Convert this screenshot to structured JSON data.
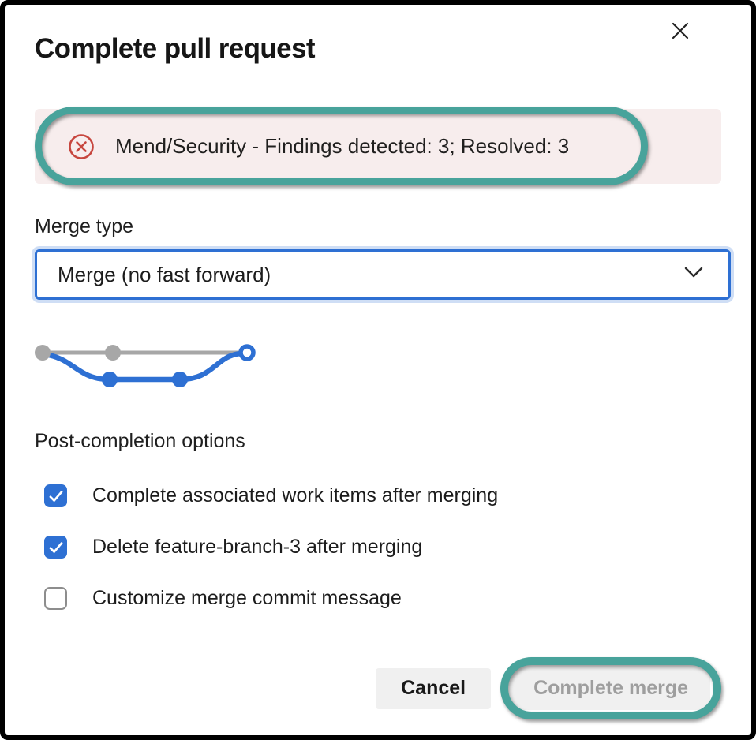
{
  "dialog": {
    "title": "Complete pull request"
  },
  "alert": {
    "severity": "error",
    "message": "Mend/Security - Findings detected: 3; Resolved: 3",
    "background_color": "#f7eded",
    "icon": "error-circle-x-icon",
    "icon_color": "#c7463e"
  },
  "merge_type": {
    "label": "Merge type",
    "selected_option": "Merge (no fast forward)",
    "chevron_icon": "chevron-down-icon"
  },
  "merge_graph": {
    "type": "merge-no-fast-forward-diagram",
    "main_branch_color": "#a7a7a7",
    "topic_branch_color": "#2e70d3"
  },
  "post_completion": {
    "label": "Post-completion options",
    "options": [
      {
        "label": "Complete associated work items after merging",
        "checked": true
      },
      {
        "label": "Delete feature-branch-3 after merging",
        "checked": true
      },
      {
        "label": "Customize merge commit message",
        "checked": false
      }
    ]
  },
  "footer": {
    "cancel_label": "Cancel",
    "complete_label": "Complete merge",
    "complete_enabled": false
  },
  "annotation": {
    "color": "#48a39b",
    "highlighted_items": [
      "alert-message",
      "complete-merge-button"
    ]
  },
  "icons": {
    "close": "x-cross",
    "error": "circle-x",
    "dropdown": "chevron-down",
    "checkbox_checked": "checkmark"
  },
  "colors": {
    "accent_blue": "#2e70d3",
    "annotation_teal": "#48a39b",
    "error_red": "#c7463e",
    "alert_background": "#f7eded"
  }
}
